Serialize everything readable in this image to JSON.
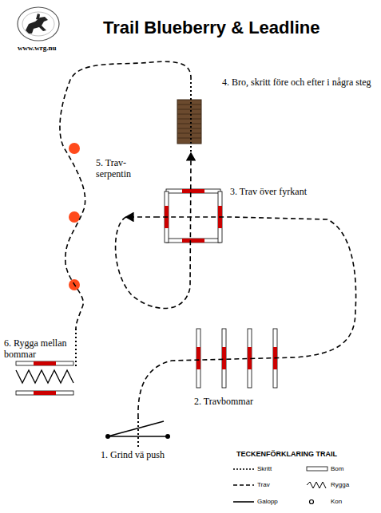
{
  "diagram": {
    "title": "Trail Blueberry & Leadline",
    "labels": [
      "www.wrg.nu",
      "4. Bro, skritt före och efter i några steg",
      "5. Trav- serpentin",
      "3. Trav över fyrkant",
      "6. Rygga mellan bommar",
      "2. Travbommar",
      "1. Grind vä push",
      "TECKENFÖRKLARING TRAIL"
    ],
    "legend": [
      {
        "text": "Skritt"
      },
      {
        "text": "Bom"
      },
      {
        "text": "Trav"
      },
      {
        "text": "Rygga"
      },
      {
        "text": "Galopp"
      },
      {
        "text": "Kon"
      }
    ]
  }
}
